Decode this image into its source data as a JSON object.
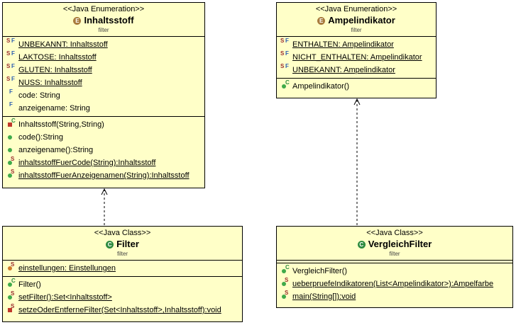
{
  "classes": {
    "inhaltsstoff": {
      "stereotype": "<<Java Enumeration>>",
      "badge": "E",
      "name": "Inhaltsstoff",
      "package": "filter",
      "constants": [
        "UNBEKANNT: Inhaltsstoff",
        "LAKTOSE: Inhaltsstoff",
        "GLUTEN: Inhaltsstoff",
        "NUSS: Inhaltsstoff"
      ],
      "fields": [
        "code: String",
        "anzeigename: String"
      ],
      "methods": [
        "Inhaltsstoff(String,String)",
        "code():String",
        "anzeigename():String",
        "inhaltsstoffFuerCode(String):Inhaltsstoff",
        "inhaltsstoffFuerAnzeigenamen(String):Inhaltsstoff"
      ]
    },
    "ampelindikator": {
      "stereotype": "<<Java Enumeration>>",
      "badge": "E",
      "name": "Ampelindikator",
      "package": "filter",
      "constants": [
        "ENTHALTEN: Ampelindikator",
        "NICHT_ENTHALTEN: Ampelindikator",
        "UNBEKANNT: Ampelindikator"
      ],
      "methods": [
        "Ampelindikator()"
      ]
    },
    "filter": {
      "stereotype": "<<Java Class>>",
      "badge": "C",
      "name": "Filter",
      "package": "filter",
      "fields": [
        "einstellungen: Einstellungen"
      ],
      "methods": [
        "Filter()",
        "setFilter():Set<Inhaltsstoff>",
        "setzeOderEntferneFilter(Set<Inhaltsstoff>,Inhaltsstoff):void"
      ]
    },
    "vergleichfilter": {
      "stereotype": "<<Java Class>>",
      "badge": "C",
      "name": "VergleichFilter",
      "package": "filter",
      "methods": [
        "VergleichFilter()",
        "ueberpruefeIndikatoren(List<Ampelindikator>):Ampelfarbe",
        "main(String[]):void"
      ]
    }
  },
  "icon_colors": {
    "public_method": "#3faa4a",
    "private_method": "#c0392b",
    "enum_badge": "#a87b3d",
    "class_badge": "#2e8b40",
    "box_fill": "#ffffc8"
  }
}
